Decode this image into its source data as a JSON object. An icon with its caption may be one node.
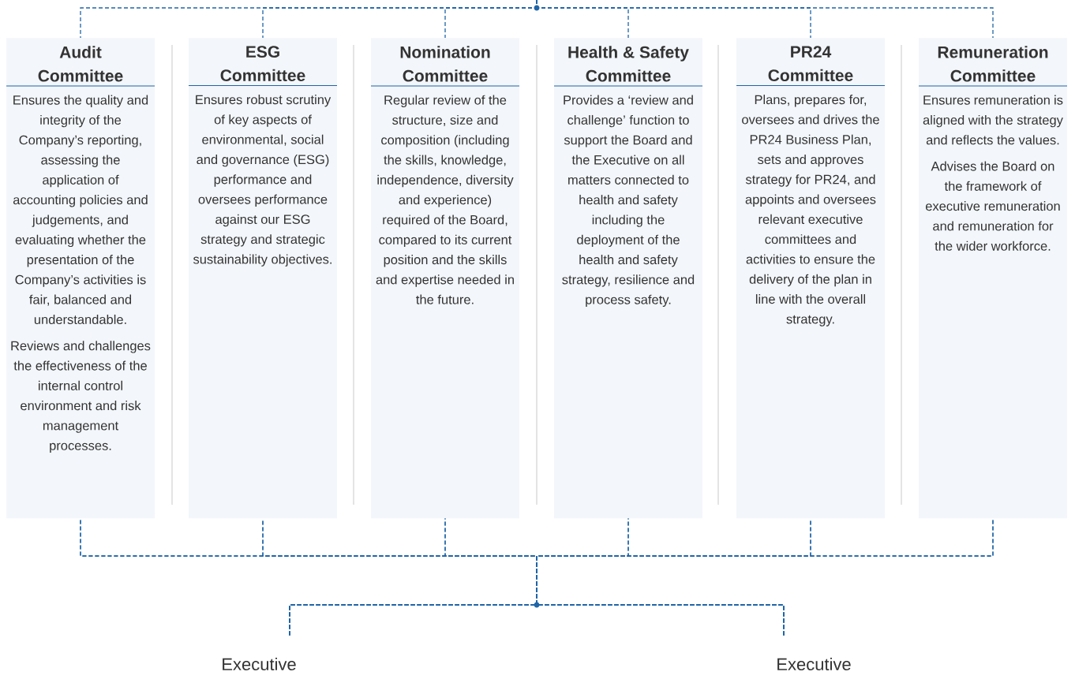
{
  "diagram": {
    "nodes": [
      {
        "text": [
          "Audit Committee",
          "Ensures the quality and integrity of the Company’s reporting, assessing the application of accounting policies and judgements, and evaluating whether the presentation of the Company’s activities is fair, balanced and understandable.",
          "Reviews and challenges the effectiveness of the internal control environment and risk management processes."
        ]
      },
      {
        "text": [
          "ESG Committee",
          "Ensures robust scrutiny of key aspects of environmental, social and governance (ESG) performance and oversees performance against our ESG strategy and strategic sustainability objectives."
        ]
      },
      {
        "text": [
          "Nomination Committee",
          "Regular review of the structure, size and composition (including the skills, knowledge, independence, diversity and experience) required of the Board, compared to its current position and the skills and expertise needed in the future."
        ]
      },
      {
        "text": [
          "Health & Safety Committee",
          "Provides a ‘review and challenge’ function to support the Board and the Executive on all matters connected to health and safety including the deployment of the health and safety strategy, resilience and process safety."
        ]
      },
      {
        "text": [
          "PR24 Committee",
          "Plans, prepares for, oversees and drives the PR24 Business Plan, sets and approves strategy for PR24, and appoints and oversees relevant executive committees and activities to ensure the delivery of the plan in line with the overall strategy."
        ]
      },
      {
        "text": [
          "Remuneration Committee",
          "Ensures remuneration is aligned with the strategy and reflects the values.",
          "Advises the Board on the framework of executive remuneration and remuneration for the wider workforce."
        ]
      },
      {
        "text": [
          "Executive"
        ]
      },
      {
        "text": [
          "Executive"
        ]
      }
    ],
    "edges": [
      {
        "from": null,
        "to": 0,
        "arrow": "none",
        "style": "dashed"
      },
      {
        "from": null,
        "to": 1,
        "arrow": "none",
        "style": "dashed"
      },
      {
        "from": null,
        "to": 2,
        "arrow": "none",
        "style": "dashed"
      },
      {
        "from": null,
        "to": 3,
        "arrow": "none",
        "style": "dashed"
      },
      {
        "from": null,
        "to": 4,
        "arrow": "none",
        "style": "dashed"
      },
      {
        "from": null,
        "to": 5,
        "arrow": "none",
        "style": "dashed"
      },
      {
        "from": 0,
        "to": 6,
        "arrow": "none",
        "style": "dashed"
      },
      {
        "from": 0,
        "to": 7,
        "arrow": "none",
        "style": "dashed"
      },
      {
        "from": 1,
        "to": 6,
        "arrow": "none",
        "style": "dashed"
      },
      {
        "from": 1,
        "to": 7,
        "arrow": "none",
        "style": "dashed"
      },
      {
        "from": 2,
        "to": 6,
        "arrow": "none",
        "style": "dashed"
      },
      {
        "from": 2,
        "to": 7,
        "arrow": "none",
        "style": "dashed"
      },
      {
        "from": 3,
        "to": 6,
        "arrow": "none",
        "style": "dashed"
      },
      {
        "from": 3,
        "to": 7,
        "arrow": "none",
        "style": "dashed"
      },
      {
        "from": 4,
        "to": 6,
        "arrow": "none",
        "style": "dashed"
      },
      {
        "from": 4,
        "to": 7,
        "arrow": "none",
        "style": "dashed"
      },
      {
        "from": 5,
        "to": 6,
        "arrow": "none",
        "style": "dashed"
      },
      {
        "from": 5,
        "to": 7,
        "arrow": "none",
        "style": "dashed"
      }
    ]
  }
}
